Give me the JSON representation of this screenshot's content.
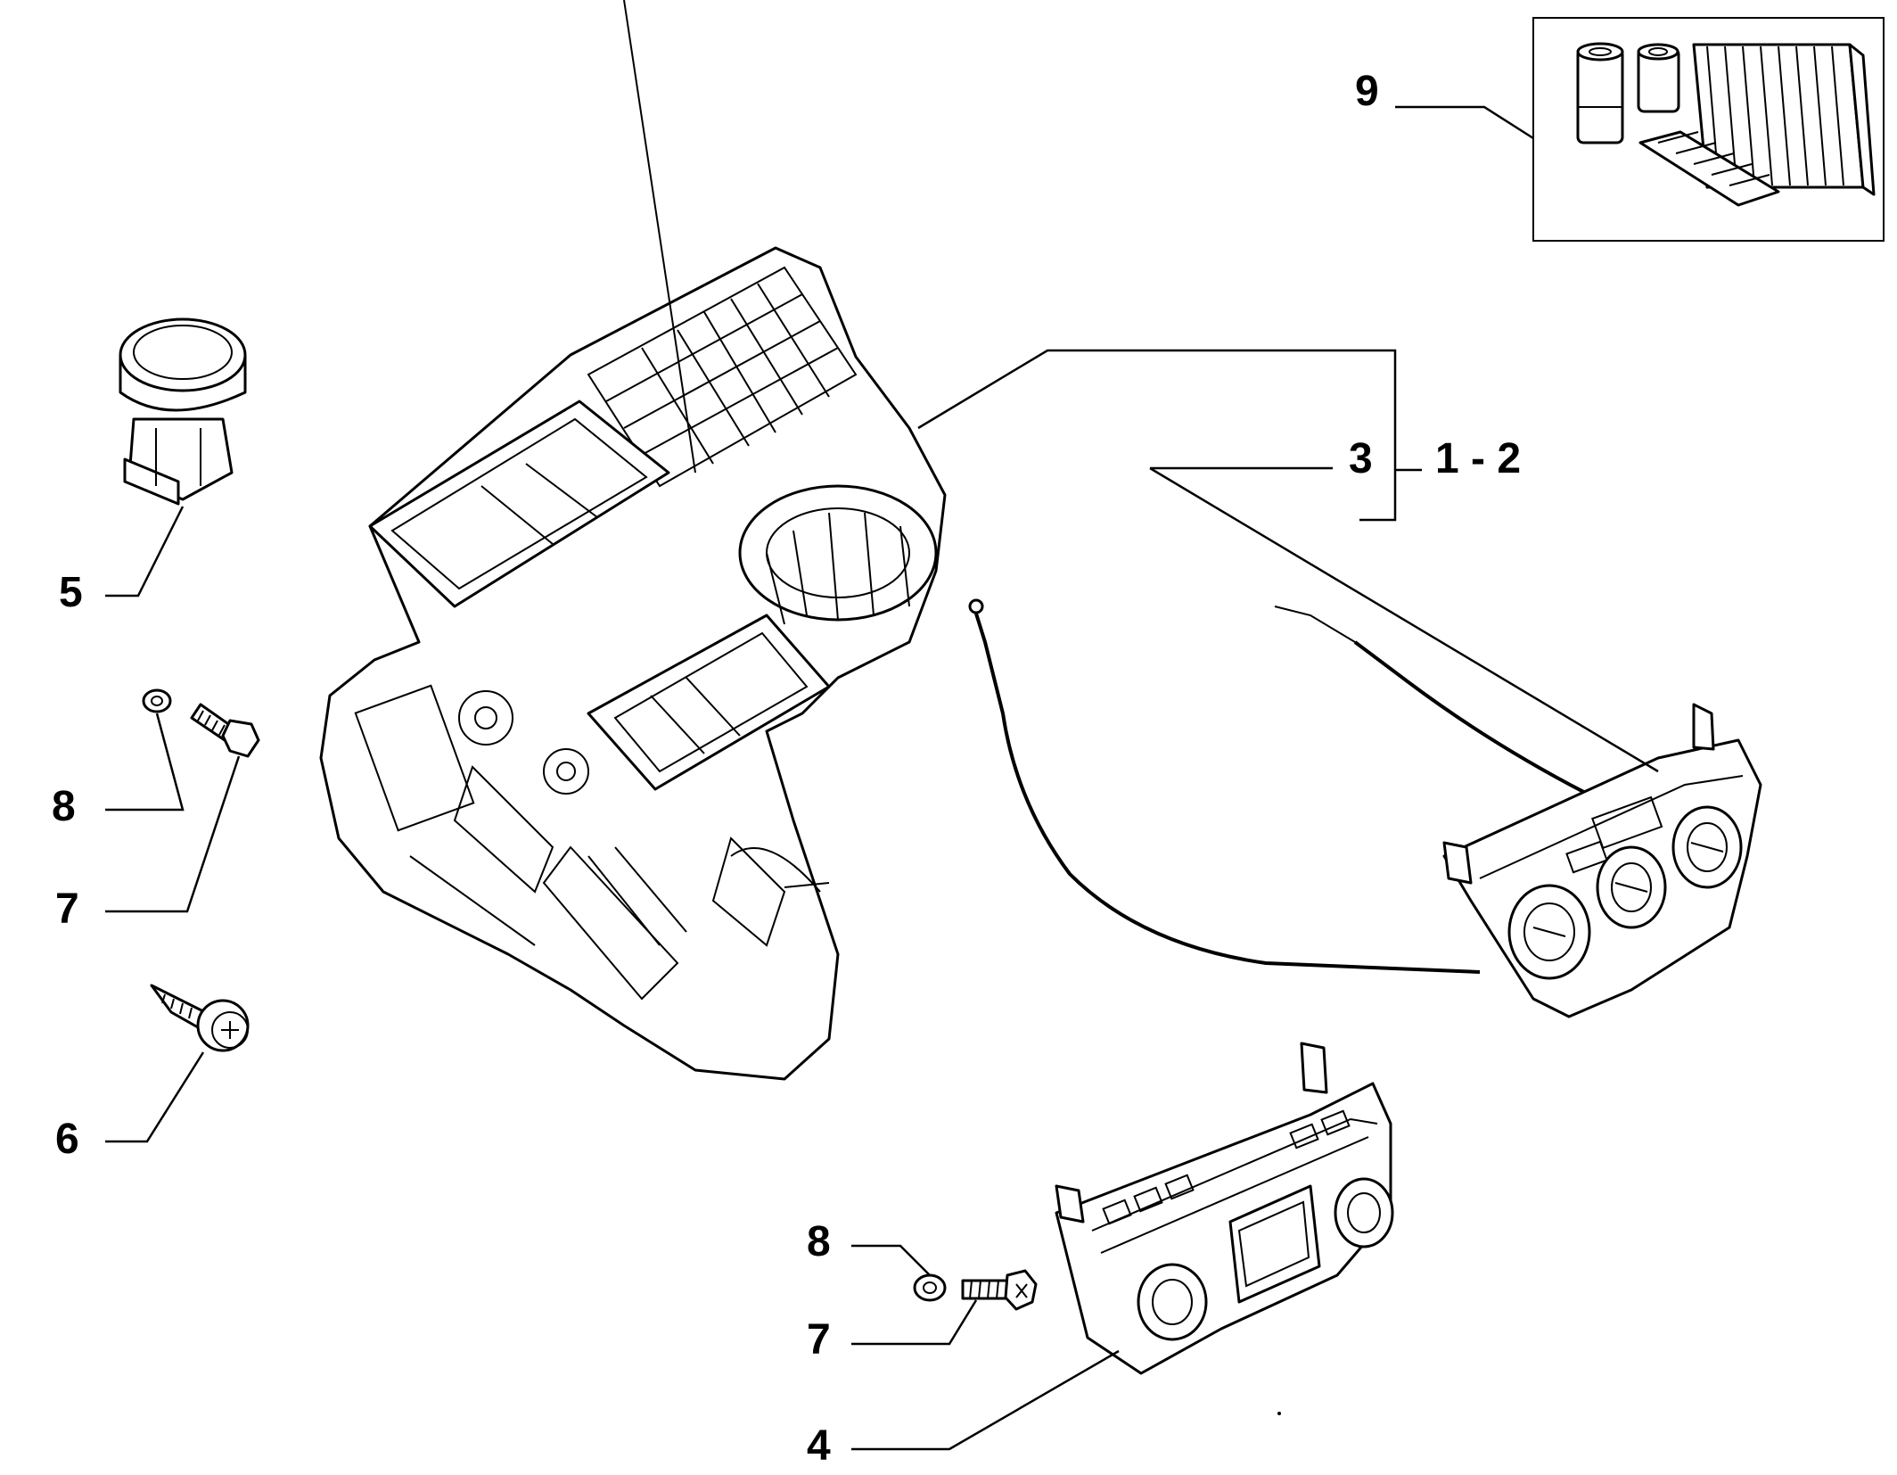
{
  "callouts": {
    "c9": "9",
    "c3_top": "3",
    "c1_2": "1 - 2",
    "c5": "5",
    "c8_left": "8",
    "c7_left": "7",
    "c6": "6",
    "c8_bottom": "8",
    "c7_bottom": "7",
    "c4": "4"
  },
  "parts": [
    "filter-kit-icon",
    "hvac-unit-icon",
    "cap-icon",
    "washer-icon",
    "bolt-icon",
    "screw-icon",
    "manual-control-panel-icon",
    "automatic-control-panel-icon",
    "cable-icon"
  ]
}
